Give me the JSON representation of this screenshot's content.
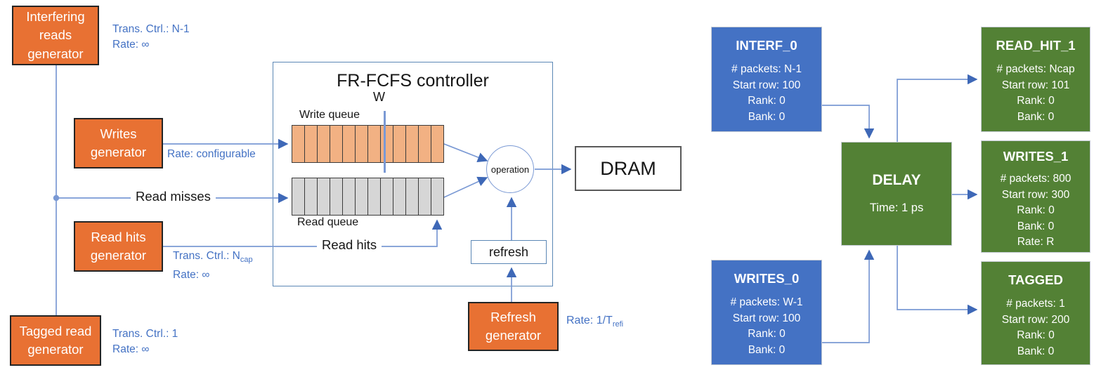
{
  "colors": {
    "generator_fill": "#e87133",
    "queue_write_fill": "#f2b183",
    "queue_read_fill": "#d6d6d6",
    "annotation_blue": "#4472c4",
    "wire_blue": "#7a99d4",
    "arrow_blue": "#3e68b7",
    "controller_border": "#5b87b5",
    "node_blue": "#4472c4",
    "node_green": "#538135"
  },
  "left": {
    "generators": {
      "interfering": {
        "l1": "Interfering",
        "l2": "reads",
        "l3": "generator"
      },
      "writes": {
        "l1": "Writes",
        "l2": "generator"
      },
      "read_hits": {
        "l1": "Read hits",
        "l2": "generator"
      },
      "tagged": {
        "l1": "Tagged read",
        "l2": "generator"
      },
      "refresh": {
        "l1": "Refresh",
        "l2": "generator"
      }
    },
    "annotations": {
      "interfering": {
        "line1": "Trans. Ctrl.: N-1",
        "line2": "Rate: ∞"
      },
      "writes": {
        "line1": "Rate: configurable"
      },
      "read_hits": {
        "line1": "Trans. Ctrl.: N",
        "line1_sub": "cap",
        "line2": "Rate: ∞"
      },
      "tagged": {
        "line1": "Trans. Ctrl.: 1",
        "line2": "Rate: ∞"
      },
      "refresh": {
        "line1": "Rate: 1/T",
        "line1_sub": "refi"
      }
    },
    "controller": {
      "title": "FR-FCFS controller",
      "w_label": "W",
      "write_queue_label": "Write queue",
      "read_queue_label": "Read queue",
      "write_queue_cells": 12,
      "read_queue_cells": 12,
      "operation_label": "operation",
      "refresh_label": "refresh"
    },
    "edge_labels": {
      "read_misses": "Read misses",
      "read_hits": "Read hits"
    },
    "dram_label": "DRAM"
  },
  "right": {
    "interf0": {
      "title": "INTERF_0",
      "lines": [
        "# packets: N-1",
        "Start row: 100",
        "Rank: 0",
        "Bank: 0"
      ]
    },
    "writes0": {
      "title": "WRITES_0",
      "lines": [
        "# packets: W-1",
        "Start row: 100",
        "Rank: 0",
        "Bank: 0"
      ]
    },
    "delay": {
      "title": "DELAY",
      "lines": [
        "Time: 1 ps"
      ]
    },
    "read_hit1": {
      "title": "READ_HIT_1",
      "lines": [
        "# packets: Ncap",
        "Start row: 101",
        "Rank: 0",
        "Bank: 0"
      ]
    },
    "writes1": {
      "title": "WRITES_1",
      "lines": [
        "# packets: 800",
        "Start row: 300",
        "Rank: 0",
        "Bank: 0",
        "Rate: R"
      ]
    },
    "tagged": {
      "title": "TAGGED",
      "lines": [
        "# packets: 1",
        "Start row: 200",
        "Rank: 0",
        "Bank: 0"
      ]
    }
  }
}
